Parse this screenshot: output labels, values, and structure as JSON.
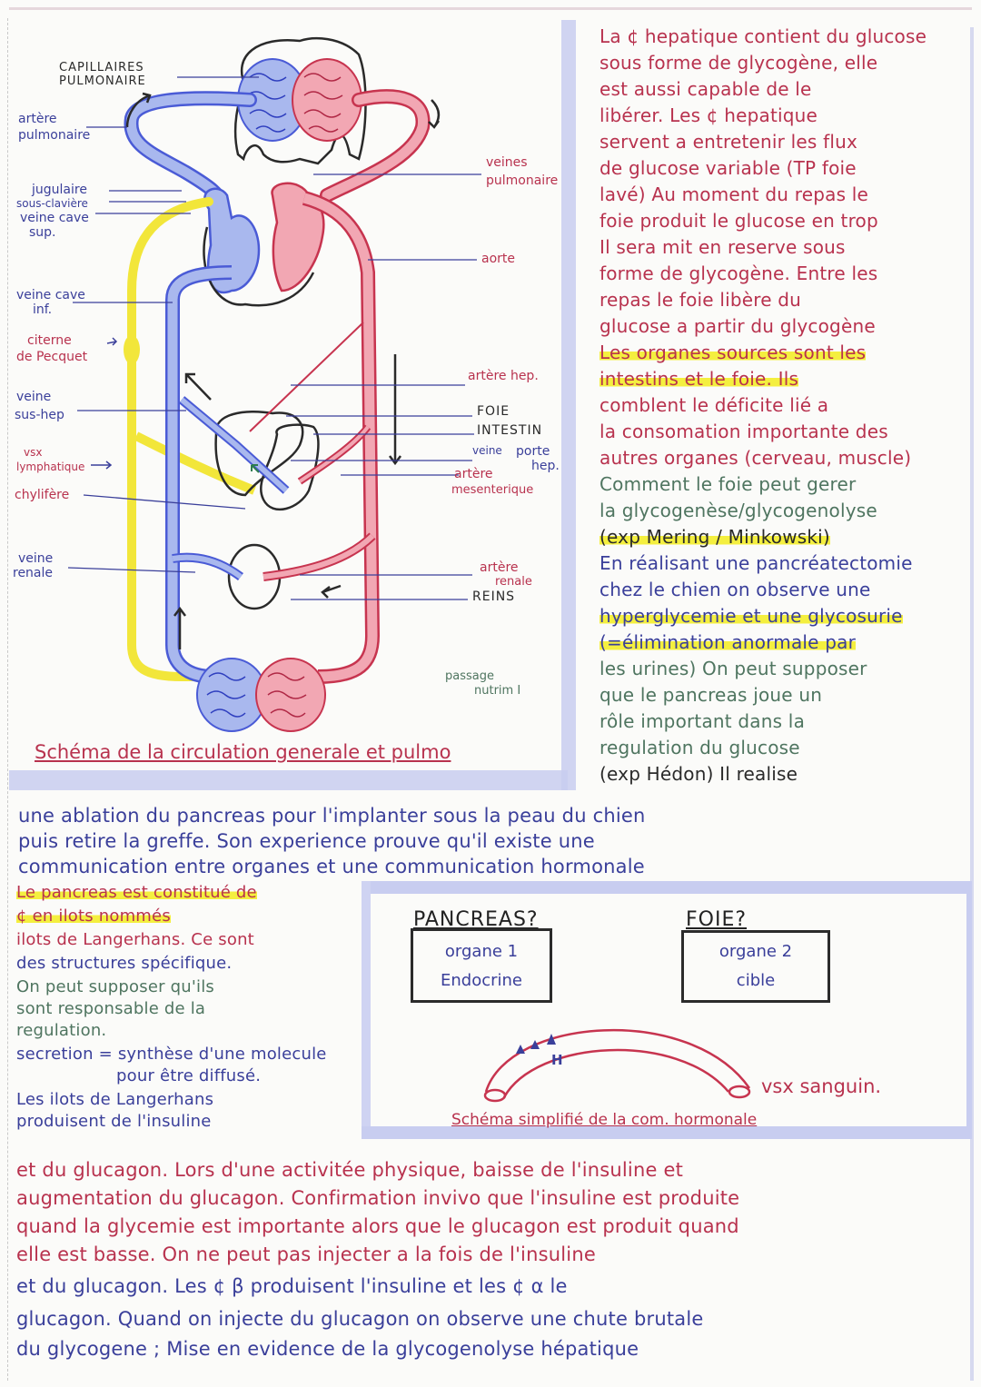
{
  "diagram": {
    "labels": {
      "capillaires": "CAPILLAIRES",
      "pulmonaire": "PULMONAIRE",
      "artere": "artère",
      "pulmonaire2": "pulmonaire",
      "jugulaire": "jugulaire",
      "sous_claviere": "sous-clavière",
      "veine_cave": "veine cave",
      "sup": "sup.",
      "veine_cave_inf_1": "veine cave",
      "veine_cave_inf_2": "inf.",
      "citerne_1": "citerne",
      "citerne_2": "de Pecquet",
      "veine_sus_hep_1": "veine",
      "veine_sus_hep_2": "sus-hep",
      "vsx_1": "vsx",
      "vsx_2": "lymphatique",
      "chyliferes": "chylifère",
      "veine_renale_1": "veine",
      "veine_renale_2": "renale",
      "veines_pulm_1": "veines",
      "veines_pulm_2": "pulmonaire",
      "aorte": "aorte",
      "artere_hep": "artère hep.",
      "foie": "FOIE",
      "intestin": "INTESTIN",
      "veine_porte_1": "veine",
      "veine_porte_2": "porte",
      "veine_porte_3": "hep.",
      "artere_mes_1": "artère",
      "artere_mes_2": "mesenterique",
      "artere_renale_1": "artère",
      "artere_renale_2": "renale",
      "reins": "REINS",
      "passage_1": "passage",
      "passage_2": "nutrim I"
    },
    "caption": "Schéma de la circulation generale et pulmo",
    "colors": {
      "vein": "#4a5bd6",
      "vein_fill": "#a9b8ee",
      "artery": "#c7344f",
      "artery_fill": "#f2a7b3",
      "lymph": "#f2e63a",
      "outline": "#2a2a2a"
    }
  },
  "right_notes": [
    {
      "text": "La ¢ hepatique contient du glucose",
      "color": "red"
    },
    {
      "text": "sous forme de glycogène, elle",
      "color": "red"
    },
    {
      "text": "est aussi capable de le",
      "color": "red"
    },
    {
      "text": "libérer. Les ¢ hepatique",
      "color": "red"
    },
    {
      "text": "servent a entretenir les flux",
      "color": "red"
    },
    {
      "text": "de glucose variable (TP foie",
      "color": "red"
    },
    {
      "text": "lavé) Au moment du repas le",
      "color": "red"
    },
    {
      "text": "foie produit le glucose en trop",
      "color": "red"
    },
    {
      "text": "Il sera mit en reserve sous",
      "color": "red"
    },
    {
      "text": "forme de glycogène. Entre les",
      "color": "red"
    },
    {
      "text": "repas le foie libère du",
      "color": "red"
    },
    {
      "text": "glucose a partir du glycogène",
      "color": "red"
    },
    {
      "text": "Les organes sources sont les",
      "color": "red"
    },
    {
      "text": "intestins et le foie. Ils",
      "color": "red"
    },
    {
      "text": "comblent le déficite lié a",
      "color": "red"
    },
    {
      "text": "la consomation importante des",
      "color": "red"
    },
    {
      "text": "autres organes (cerveau, muscle)",
      "color": "red"
    },
    {
      "text": "Comment le foie peut gerer",
      "color": "green"
    },
    {
      "text": "la glycogenèse/glycogenolyse",
      "color": "green"
    },
    {
      "text": "(exp Mering / Minkowski)",
      "color": "black"
    },
    {
      "text": "En réalisant une pancréatectomie",
      "color": "blue"
    },
    {
      "text": "chez le chien on observe une",
      "color": "blue"
    },
    {
      "text": "hyperglycemie et une glycosurie",
      "color": "blue"
    },
    {
      "text": "(=élimination anormale par",
      "color": "blue"
    },
    {
      "text": "les urines) On peut supposer",
      "color": "green"
    },
    {
      "text": "que le pancreas joue un",
      "color": "green"
    },
    {
      "text": "rôle important dans la",
      "color": "green"
    },
    {
      "text": "regulation du glucose",
      "color": "green"
    },
    {
      "text": "(exp Hédon) Il realise",
      "color": "black"
    }
  ],
  "middle_notes": [
    "une ablation du pancreas pour l'implanter sous la peau du chien",
    "puis retire la greffe. Son experience prouve qu'il existe une",
    "communication entre organes et une communication hormonale"
  ],
  "left_notes": [
    {
      "text": "Le pancreas est constitué de",
      "color": "red"
    },
    {
      "text": "¢ en ilots nommés",
      "color": "red"
    },
    {
      "text": "ilots de Langerhans. Ce sont",
      "color": "red"
    },
    {
      "text": "des structures spécifique.",
      "color": "blue"
    },
    {
      "text": "On peut supposer qu'ils",
      "color": "green"
    },
    {
      "text": "sont responsable de la",
      "color": "green"
    },
    {
      "text": "regulation.",
      "color": "green"
    },
    {
      "text": "secretion = synthèse d'une molecule",
      "color": "blue"
    },
    {
      "text": "pour être diffusé.",
      "color": "blue"
    },
    {
      "text": "Les ilots de Langerhans",
      "color": "blue"
    },
    {
      "text": "produisent de l'insuline",
      "color": "blue"
    }
  ],
  "schema2": {
    "pancreas_title": "PANCREAS?",
    "pancreas_line1": "organe 1",
    "pancreas_line2": "Endocrine",
    "foie_title": "FOIE?",
    "foie_line1": "organe 2",
    "foie_line2": "cible",
    "hormone_label": "H",
    "vessel_label": "vsx sanguin.",
    "caption": "Schéma simplifié de la com. hormonale"
  },
  "bottom_notes": [
    {
      "text": "et du glucagon. Lors d'une activitée physique, baisse de l'insuline et",
      "color": "red"
    },
    {
      "text": "augmentation du glucagon. Confirmation invivo que l'insuline est produite",
      "color": "red"
    },
    {
      "text": "quand la glycemie est importante alors que le glucagon est produit quand",
      "color": "red"
    },
    {
      "text": "elle est basse. On ne peut pas injecter a la fois de l'insuline",
      "color": "red"
    },
    {
      "text": "et du glucagon. Les ¢ β produisent l'insuline et les ¢ α le",
      "color": "blue"
    },
    {
      "text": "glucagon. Quand on injecte du glucagon on observe une chute brutale",
      "color": "blue"
    },
    {
      "text": "du glycogene ; Mise en evidence de la glycogenolyse hépatique",
      "color": "blue"
    }
  ]
}
